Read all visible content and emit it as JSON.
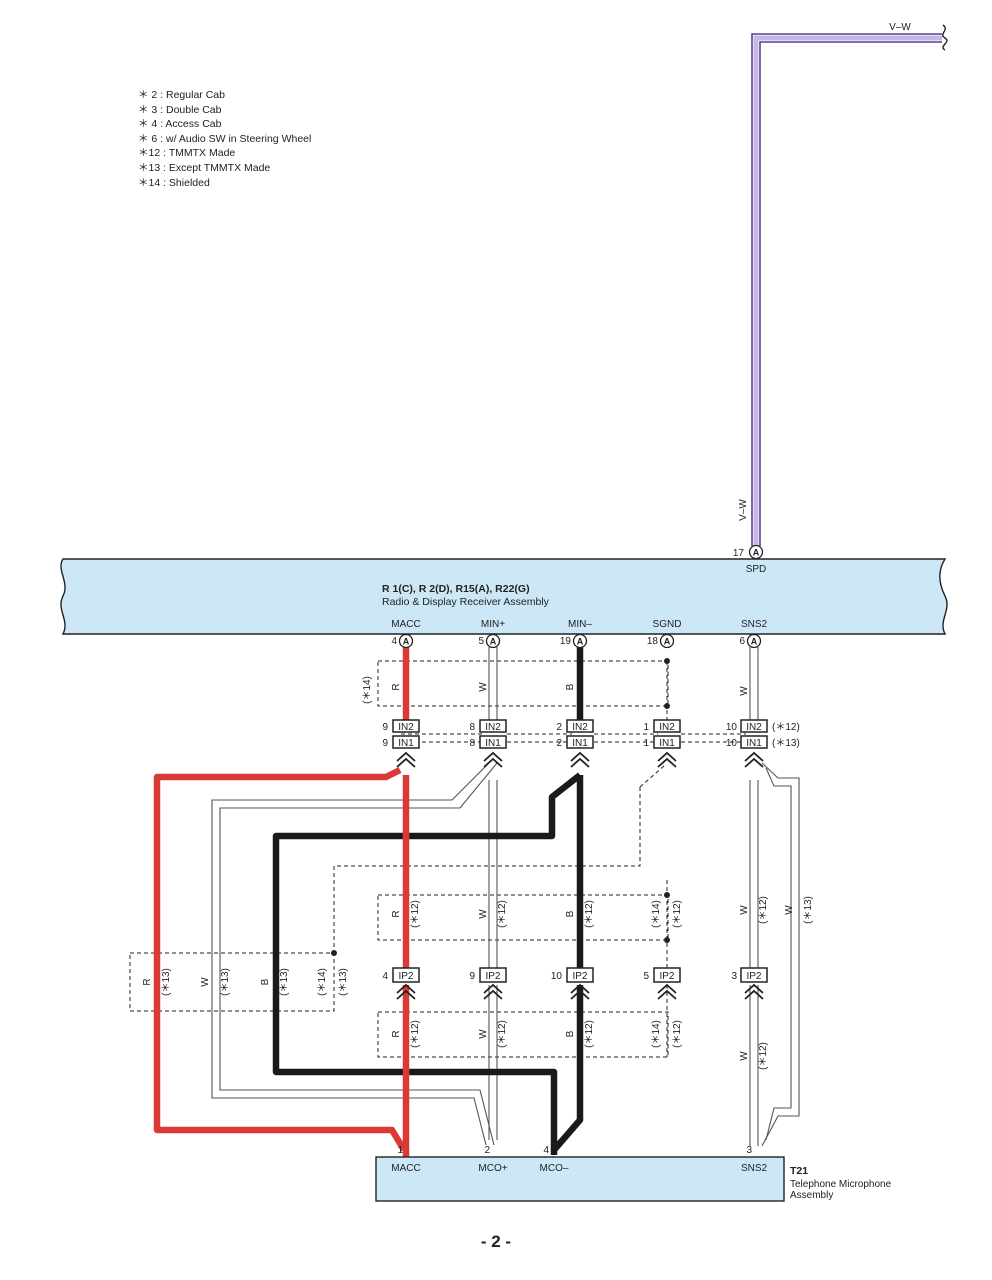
{
  "legend": [
    "＊ 2 : Regular Cab",
    "＊ 3 : Double Cab",
    "＊ 4 : Access Cab",
    "＊ 6 : w/ Audio SW in Steering Wheel",
    "＊12 : TMMTX Made",
    "＊13 : Except TMMTX Made",
    "＊14 : Shielded"
  ],
  "radio": {
    "codes": "R 1(C), R 2(D), R15(A), R22(G)",
    "name": "Radio & Display Receiver Assembly",
    "spd_label": "SPD",
    "spd_pin": "17",
    "spd_conn": "A",
    "top_wire": "V–W",
    "pins": [
      {
        "label": "MACC",
        "pin": "4",
        "conn": "A"
      },
      {
        "label": "MIN+",
        "pin": "5",
        "conn": "A"
      },
      {
        "label": "MIN–",
        "pin": "19",
        "conn": "A"
      },
      {
        "label": "SGND",
        "pin": "18",
        "conn": "A"
      },
      {
        "label": "SNS2",
        "pin": "6",
        "conn": "A"
      }
    ]
  },
  "connectors": {
    "in2": "IN2",
    "in1": "IN1",
    "ip2": "IP2",
    "in_note_12": "(＊12)",
    "in_note_13": "(＊13)",
    "rows": [
      {
        "in2_left": "9",
        "in1_left": "9",
        "in2_right": "8",
        "in1_right": "8",
        "ip2_pin": "4"
      },
      {
        "in2_left": "8",
        "in1_left": "8",
        "in2_right": "2",
        "in1_right": "2",
        "ip2_pin": "9"
      },
      {
        "in2_left": "2",
        "in1_left": "2",
        "in2_right": "1",
        "in1_right": "1",
        "ip2_pin": "10"
      },
      {
        "in2_left": "1",
        "in1_left": "1",
        "in2_right": "10",
        "in1_right": "10",
        "ip2_pin": "5"
      },
      {
        "in2_left": "10",
        "in1_left": "10",
        "ip2_pin": "3"
      }
    ]
  },
  "wire_labels": {
    "R": "R",
    "W": "W",
    "B": "B",
    "VW": "V–W",
    "n12": "(＊12)",
    "n13": "(＊13)",
    "n14": "(＊14)"
  },
  "microphone": {
    "code": "T21",
    "name_line1": "Telephone Microphone",
    "name_line2": "Assembly",
    "pins": [
      {
        "pin": "1",
        "label": "MACC"
      },
      {
        "pin": "2",
        "label": "MCO+"
      },
      {
        "pin": "4",
        "label": "MCO–"
      },
      {
        "pin": "3",
        "label": "SNS2"
      }
    ]
  },
  "page_number": "- 2 -",
  "colors": {
    "component_fill": "#cce8f7",
    "wire_red": "#d93a36",
    "wire_black": "#1a1a1a",
    "wire_violet": "#5b3f94"
  }
}
